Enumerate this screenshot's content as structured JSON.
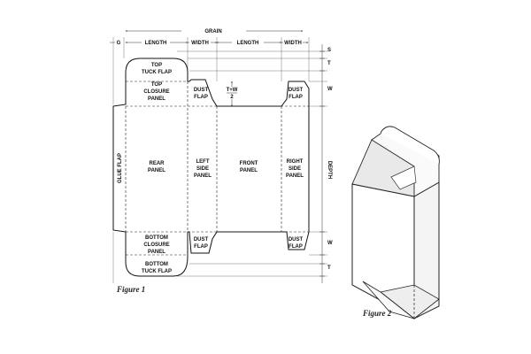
{
  "dimensions": {
    "grain": "GRAIN",
    "g": "G",
    "length1": "LENGTH",
    "width1": "WIDTH",
    "length2": "LENGTH",
    "width2": "WIDTH",
    "s": "S",
    "t_top": "T",
    "w_top": "W",
    "depth": "DEPTH",
    "w_bottom": "W",
    "t_bottom": "T",
    "tw_num": "T+W",
    "tw_den": "2"
  },
  "panels": {
    "top_tuck_1": "TOP",
    "top_tuck_2": "TUCK FLAP",
    "top_closure_1": "TOP",
    "top_closure_2": "CLOSURE",
    "top_closure_3": "PANEL",
    "dust_tl_1": "DUST",
    "dust_tl_2": "FLAP",
    "dust_tr_1": "DUST",
    "dust_tr_2": "FLAP",
    "glue_flap": "GLUE FLAP",
    "rear_1": "REAR",
    "rear_2": "PANEL",
    "left_1": "LEFT",
    "left_2": "SIDE",
    "left_3": "PANEL",
    "front_1": "FRONT",
    "front_2": "PANEL",
    "right_1": "RIGHT",
    "right_2": "SIDE",
    "right_3": "PANEL",
    "bottom_closure_1": "BOTTOM",
    "bottom_closure_2": "CLOSURE",
    "bottom_closure_3": "PANEL",
    "dust_bl_1": "DUST",
    "dust_bl_2": "FLAP",
    "dust_br_1": "DUST",
    "dust_br_2": "FLAP",
    "bottom_tuck_1": "BOTTOM",
    "bottom_tuck_2": "TUCK FLAP"
  },
  "figures": {
    "figure1": "Figure 1",
    "figure2": "Figure 2"
  }
}
